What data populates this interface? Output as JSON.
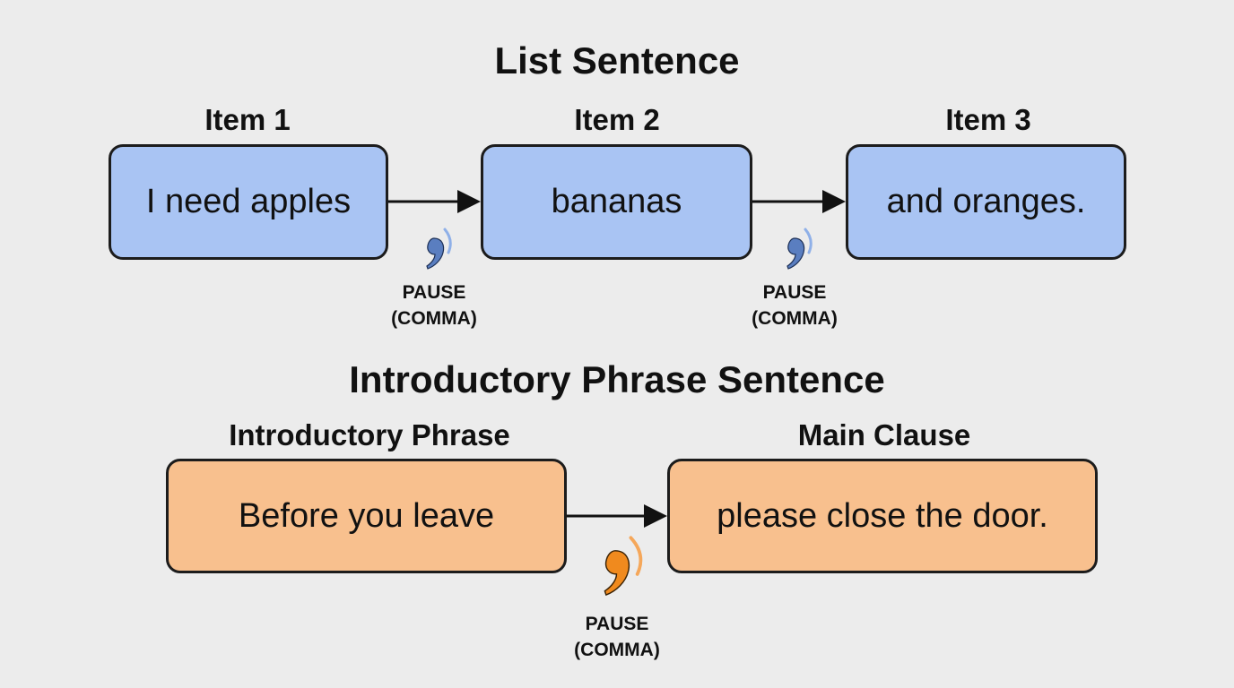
{
  "list_section": {
    "title": "List Sentence",
    "items": [
      {
        "label": "Item 1",
        "text": "I need apples"
      },
      {
        "label": "Item 2",
        "text": "bananas"
      },
      {
        "label": "Item 3",
        "text": "and oranges."
      }
    ],
    "pauses": [
      {
        "line1": "PAUSE",
        "line2": "(COMMA)"
      },
      {
        "line1": "PAUSE",
        "line2": "(COMMA)"
      }
    ],
    "comma_color": "#5a7ec0",
    "box_color": "#a9c4f3"
  },
  "intro_section": {
    "title": "Introductory Phrase Sentence",
    "parts": [
      {
        "label": "Introductory Phrase",
        "text": "Before you leave"
      },
      {
        "label": "Main Clause",
        "text": "please close the door."
      }
    ],
    "pause": {
      "line1": "PAUSE",
      "line2": "(COMMA)"
    },
    "comma_color": "#f08a1e",
    "box_color": "#f8c08e"
  }
}
